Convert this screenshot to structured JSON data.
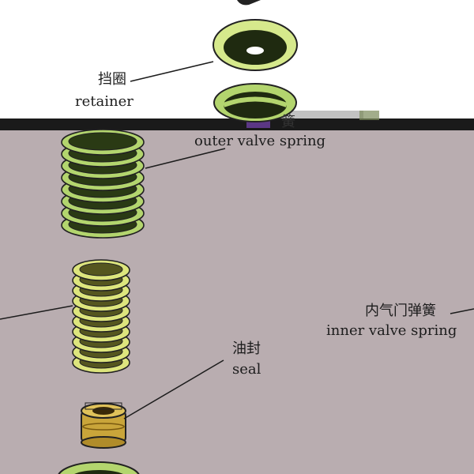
{
  "colors": {
    "page_top": "#ffffff",
    "page_bottom": "#b9adb0",
    "spring_green": "#b3d56e",
    "spring_dark": "#2a3a14",
    "inner_spring": "#dde57d",
    "seal": "#c9a53a",
    "leader": "#1c1c1c"
  },
  "labels": {
    "retainer": {
      "zh": "挡圈",
      "en": "retainer"
    },
    "outer_spring": {
      "zh_fragment": "簧",
      "en": "outer valve spring"
    },
    "inner_spring": {
      "zh": "内气门弹簧",
      "en": "inner valve spring"
    },
    "seal": {
      "zh": "油封",
      "en": "seal"
    }
  }
}
